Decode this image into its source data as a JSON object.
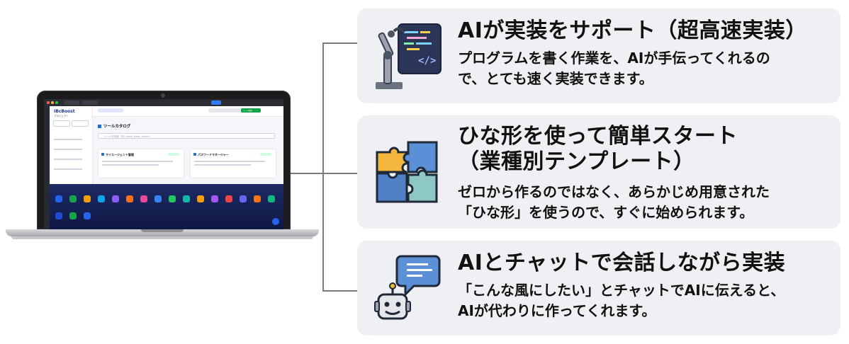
{
  "features": [
    {
      "icon": "robot-arm-code-icon",
      "title": "AIが実装をサポート（超高速実装）",
      "description": "プログラムを書く作業を、AIが手伝ってくれるの\nで、とても速く実装できます。"
    },
    {
      "icon": "puzzle-icon",
      "title": "ひな形を使って簡単スタート\n（業種別テンプレート）",
      "description": "ゼロから作るのではなく、あらかじめ用意された\n「ひな形」を使うので、すぐに始められます。"
    },
    {
      "icon": "chat-robot-icon",
      "title": "AIとチャットで会話しながら実装",
      "description": "「こんな風にしたい」とチャットでAIに伝えると、\nAIが代わりに作ってくれます。"
    }
  ],
  "screen": {
    "logo": "IBcBoost",
    "subtitle": "プロジェクト",
    "page_title": "ツールカタログ",
    "search_placeholder": "ツールを検索（例: Slack, Base, Notion）",
    "card1_title": "マイエージェント管理",
    "card2_title": "パスワードマネージャー",
    "active_tab": "ツール管理"
  },
  "colors": {
    "card_bg": "#eef0f3",
    "dock_bg": "#1e2a66",
    "connector": "#7a7a7a"
  }
}
